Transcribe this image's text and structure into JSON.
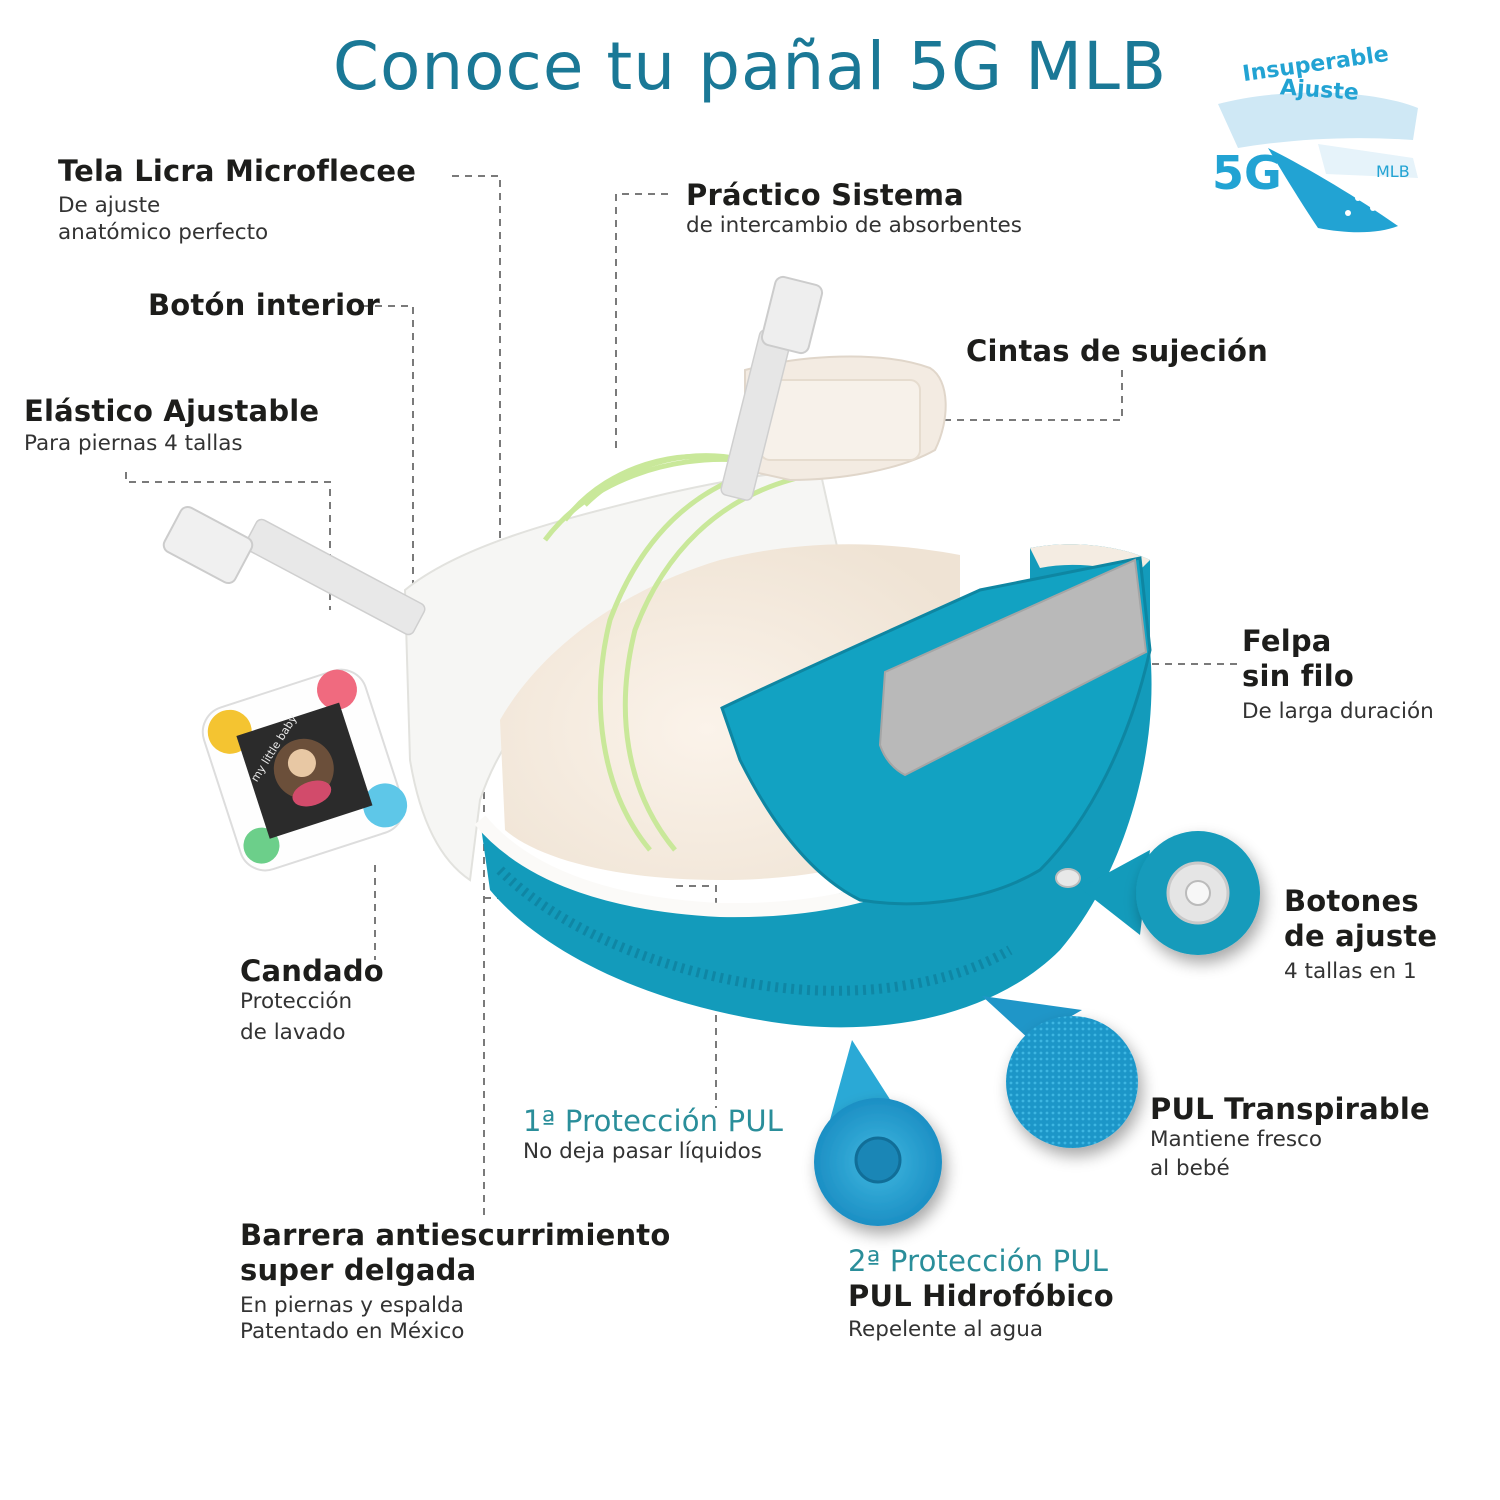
{
  "title": "Conoce tu pañal 5G MLB",
  "colors": {
    "title": "#1a7896",
    "accent_teal": "#139bbb",
    "pul_blue": "#28a6d4",
    "dark_text": "#1d1d1b",
    "protection_label": "#2a8e9a",
    "leader_line": "#7a7a7a",
    "badge_blue": "#22a3d3"
  },
  "badge": {
    "line1": "Insuperable",
    "line2": "Ajuste",
    "mark": "5G",
    "brand": "MLB"
  },
  "tag_text": "my little baby",
  "callouts": {
    "tela": {
      "title": "Tela Licra Microflecee",
      "line1": "De ajuste",
      "line2": "anatómico perfecto"
    },
    "boton_interior": {
      "title": "Botón interior"
    },
    "elastico": {
      "title": "Elástico Ajustable",
      "line1": "Para piernas 4 tallas"
    },
    "candado": {
      "title": "Candado",
      "line1": "Protección",
      "line2": "de lavado"
    },
    "practico": {
      "title": "Práctico Sistema",
      "line1": "de intercambio de absorbentes"
    },
    "cintas": {
      "title": "Cintas de sujeción"
    },
    "felpa": {
      "title_line1": "Felpa",
      "title_line2": "sin filo",
      "line1": "De larga duración"
    },
    "botones": {
      "title_line1": "Botones",
      "title_line2": "de ajuste",
      "line1": "4 tallas en 1"
    },
    "pul_transpirable": {
      "title": "PUL Transpirable",
      "line1": "Mantiene fresco",
      "line2": "al bebé"
    },
    "primera_proteccion": {
      "title": "1ª Protección PUL",
      "line1": "No deja pasar líquidos"
    },
    "barrera": {
      "title_line1": "Barrera antiescurrimiento",
      "title_line2": "super delgada",
      "line1": "En piernas y espalda",
      "line2": "Patentado en México"
    },
    "segunda_proteccion": {
      "title": "2ª Protección PUL",
      "title2": "PUL Hidrofóbico",
      "line1": "Repelente al agua"
    }
  }
}
